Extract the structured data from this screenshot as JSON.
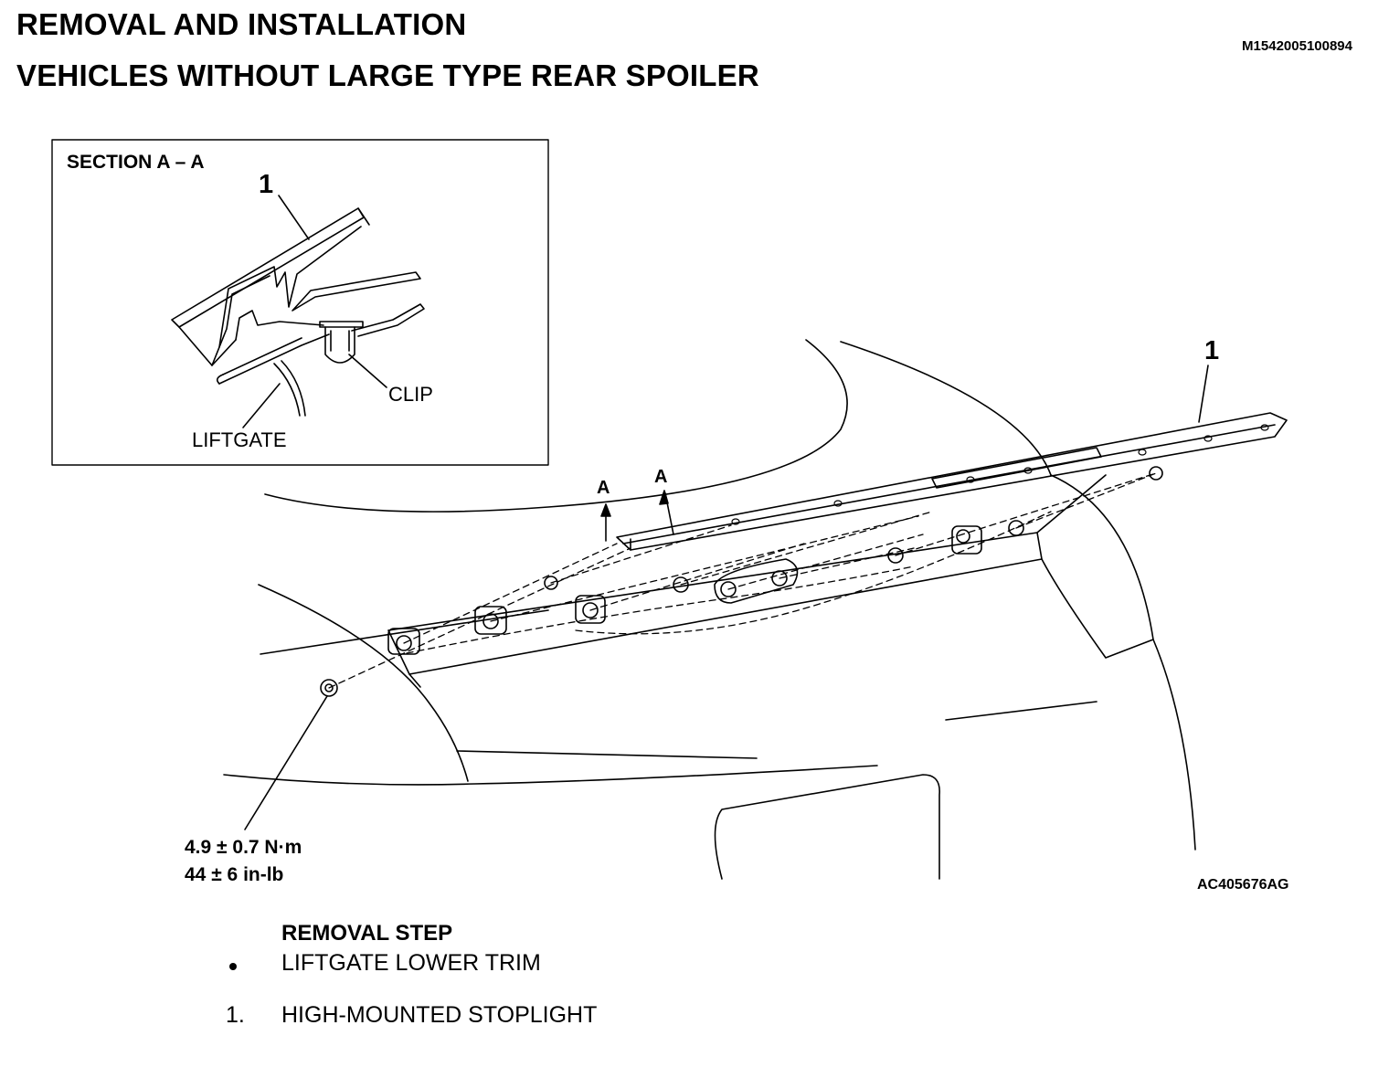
{
  "header": {
    "title": "REMOVAL AND INSTALLATION",
    "subtitle": "VEHICLES WITHOUT LARGE TYPE REAR SPOILER",
    "doc_id": "M1542005100894"
  },
  "inset": {
    "title": "SECTION A – A",
    "part_callout": "1",
    "clip_label": "CLIP",
    "liftgate_label": "LIFTGATE"
  },
  "main_figure": {
    "part_callout": "1",
    "section_mark_left": "A",
    "section_mark_right": "A",
    "torque_nm": "4.9 ± 0.7 N·m",
    "torque_inlb": "44 ± 6 in-lb",
    "figure_id": "AC405676AG"
  },
  "removal_steps": {
    "heading": "REMOVAL STEP",
    "items": [
      {
        "marker": "•",
        "text": "LIFTGATE LOWER TRIM"
      },
      {
        "marker": "1.",
        "text": "HIGH-MOUNTED STOPLIGHT"
      }
    ]
  }
}
